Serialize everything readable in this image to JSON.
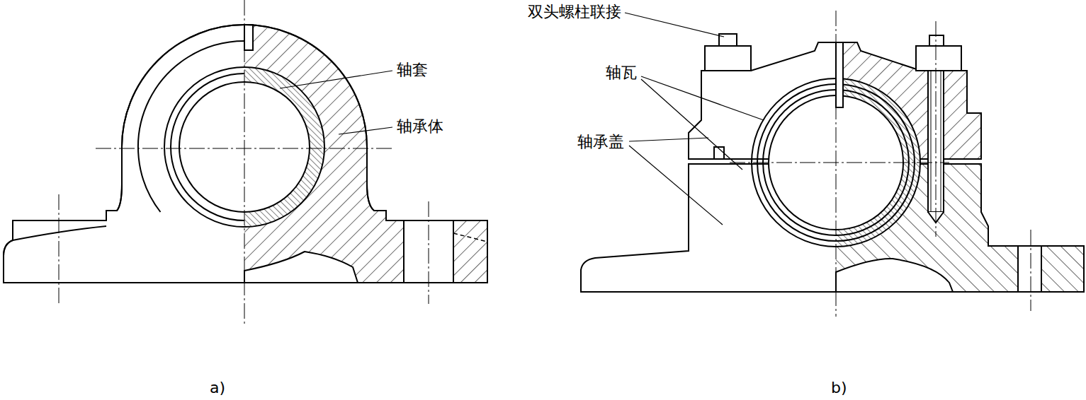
{
  "diagram": {
    "labels": [
      "轴套",
      "轴承体",
      "双头螺柱联接",
      "轴瓦",
      "轴承盖",
      "a)",
      "b)"
    ]
  }
}
